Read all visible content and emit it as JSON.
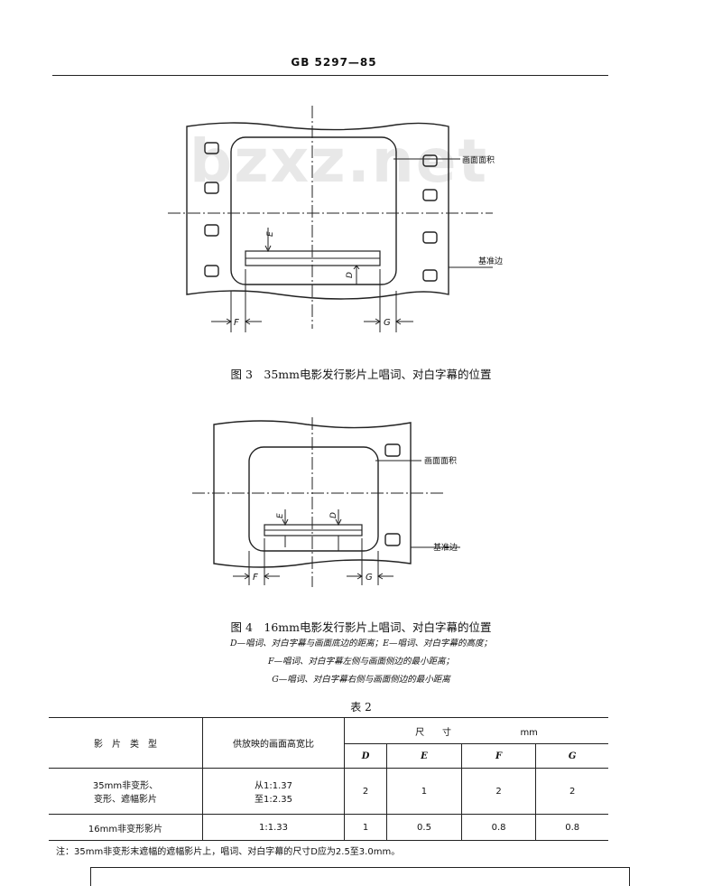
{
  "header": {
    "standard_number": "GB 5297—85"
  },
  "watermark": "bzxz.net",
  "figure3": {
    "label_picture_area": "画面面积",
    "label_datum_edge": "基准边",
    "label_E": "E",
    "label_D": "D",
    "label_F": "F",
    "label_G": "G",
    "caption": "图 3　35mm电影发行影片上唱词、对白字幕的位置"
  },
  "figure4": {
    "label_picture_area": "画面面积",
    "label_datum_edge": "基准边",
    "label_E": "E",
    "label_D": "D",
    "label_F": "F",
    "label_G": "G",
    "caption": "图 4　16mm电影发行影片上唱词、对白字幕的位置",
    "legend": [
      "D—唱词、对白字幕与画面底边的距离；E—唱词、对白字幕的高度；",
      "F—唱词、对白字幕左侧与画面侧边的最小距离；",
      "G—唱词、对白字幕右侧与画面侧边的最小距离"
    ]
  },
  "table": {
    "caption": "表 2",
    "headers": {
      "film_type": "影　片　类　型",
      "aspect_ratio": "供放映的画面高宽比",
      "dimension_group": "尺　　寸",
      "unit": "mm",
      "D": "D",
      "E": "E",
      "F": "F",
      "G": "G"
    },
    "rows": [
      {
        "type_line1": "35mm非变形、",
        "type_line2": "变形、遮幅影片",
        "ratio_line1": "从1:1.37",
        "ratio_line2": "至1:2.35",
        "D": "2",
        "E": "1",
        "F": "2",
        "G": "2"
      },
      {
        "type_line1": "16mm非变形影片",
        "type_line2": "",
        "ratio_line1": "1:1.33",
        "ratio_line2": "",
        "D": "1",
        "E": "0.5",
        "F": "0.8",
        "G": "0.8"
      }
    ]
  },
  "note": "注：35mm非变形末遮幅的遮幅影片上，唱词、对白字幕的尺寸D应为2.5至3.0mm。"
}
